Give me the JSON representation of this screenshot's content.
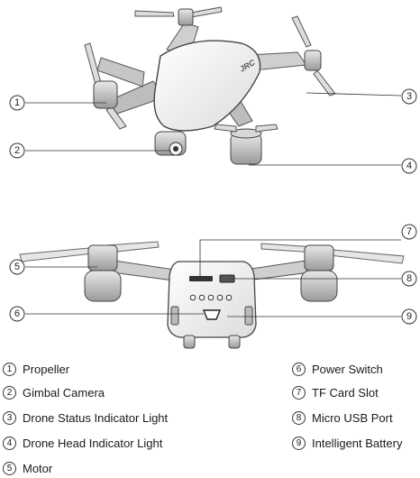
{
  "brand": "JRC",
  "callouts": [
    "1",
    "2",
    "3",
    "4",
    "5",
    "6",
    "7",
    "8",
    "9"
  ],
  "legend": [
    {
      "num": "1",
      "label": "Propeller"
    },
    {
      "num": "2",
      "label": "Gimbal Camera"
    },
    {
      "num": "3",
      "label": "Drone Status Indicator Light"
    },
    {
      "num": "4",
      "label": "Drone Head Indicator Light"
    },
    {
      "num": "5",
      "label": "Motor"
    },
    {
      "num": "6",
      "label": "Power Switch"
    },
    {
      "num": "7",
      "label": "TF Card Slot"
    },
    {
      "num": "8",
      "label": "Micro USB Port"
    },
    {
      "num": "9",
      "label": "Intelligent Battery"
    }
  ]
}
